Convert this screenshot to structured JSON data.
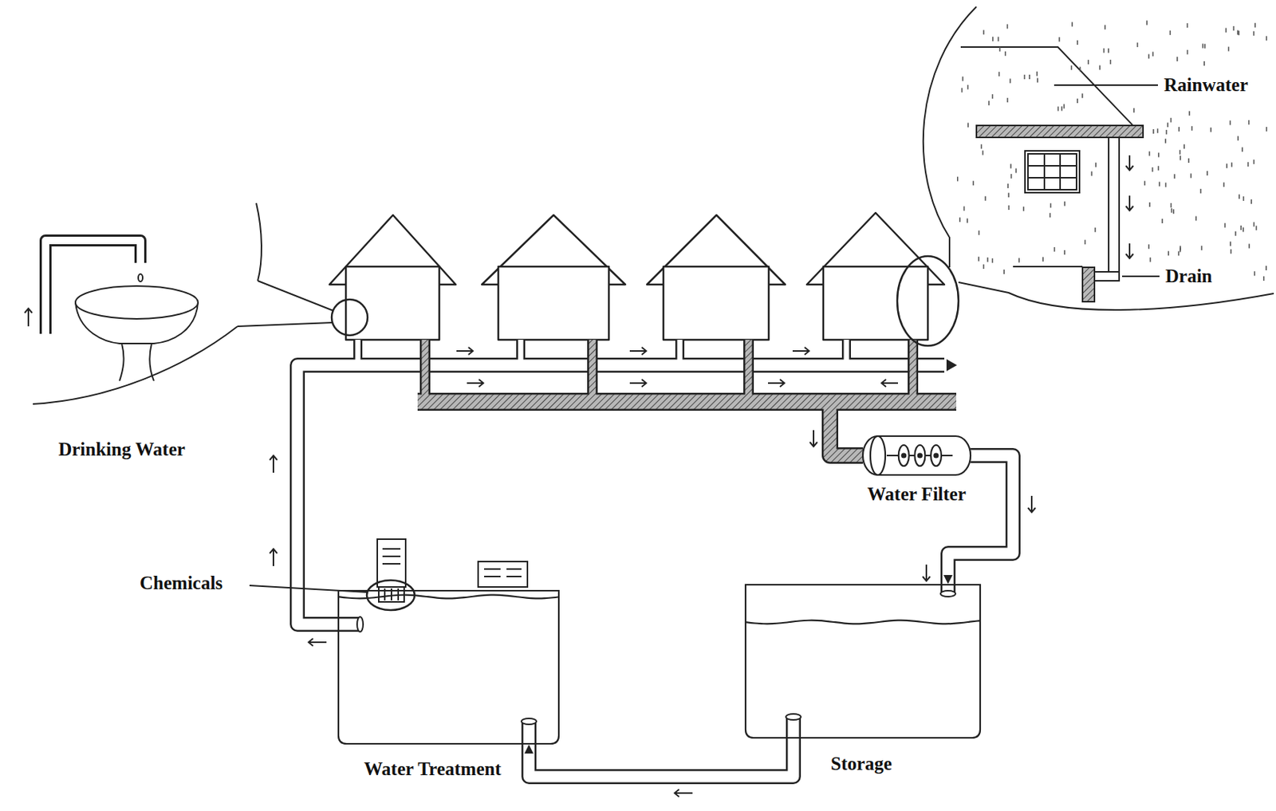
{
  "diagram": {
    "nodes": [
      {
        "text": [
          "Water Filter"
        ]
      },
      {
        "text": [
          "Storage"
        ]
      },
      {
        "text": [
          "Water Treatment"
        ]
      }
    ],
    "edges": [
      {
        "from": 0,
        "to": 1,
        "arrow": "to"
      },
      {
        "from": 1,
        "to": 2,
        "arrow": "to"
      }
    ],
    "labels": [
      "Rainwater",
      "Drain",
      "Drinking Water",
      "Chemicals"
    ]
  }
}
